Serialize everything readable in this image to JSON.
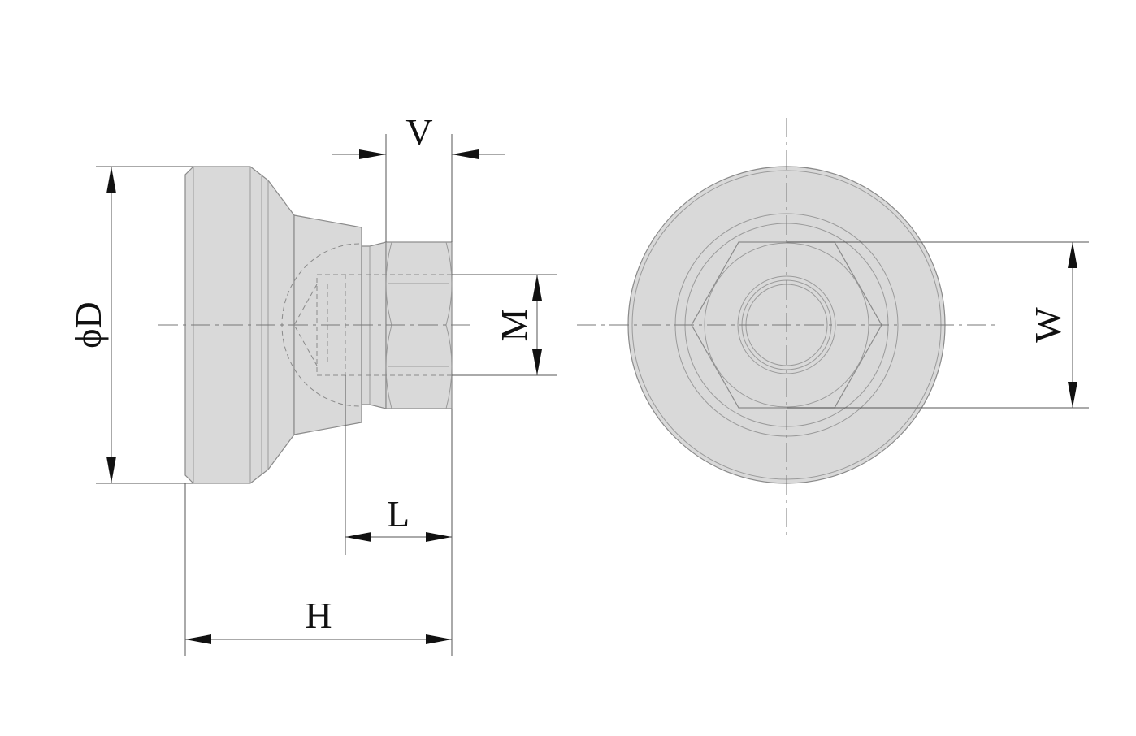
{
  "labels": {
    "D": "ϕD",
    "V": "V",
    "M": "M",
    "L": "L",
    "H": "H",
    "W": "W"
  }
}
